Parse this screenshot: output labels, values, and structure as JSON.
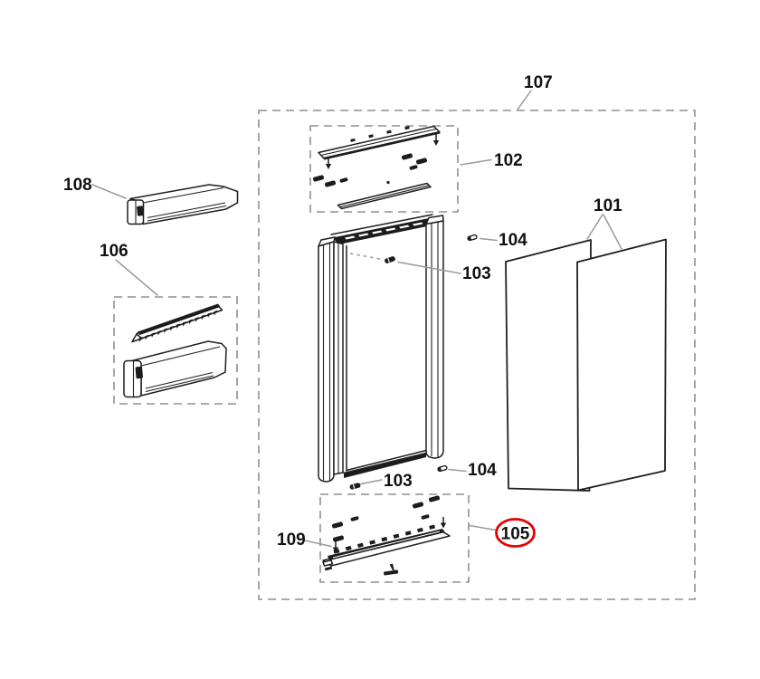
{
  "parts": {
    "p101": {
      "label": "101"
    },
    "p102": {
      "label": "102"
    },
    "p103": {
      "label": "103"
    },
    "p104": {
      "label": "104"
    },
    "p105": {
      "label": "105",
      "highlighted": true
    },
    "p106": {
      "label": "106"
    },
    "p107": {
      "label": "107"
    },
    "p108": {
      "label": "108"
    },
    "p109": {
      "label": "109"
    }
  },
  "colors": {
    "line": "#1f1f1f",
    "dashed_box": "#8f8f8f",
    "leader_line": "#9a9a9a",
    "highlight_ring": "#e60000",
    "label_text": "#121212",
    "background": "#ffffff"
  }
}
